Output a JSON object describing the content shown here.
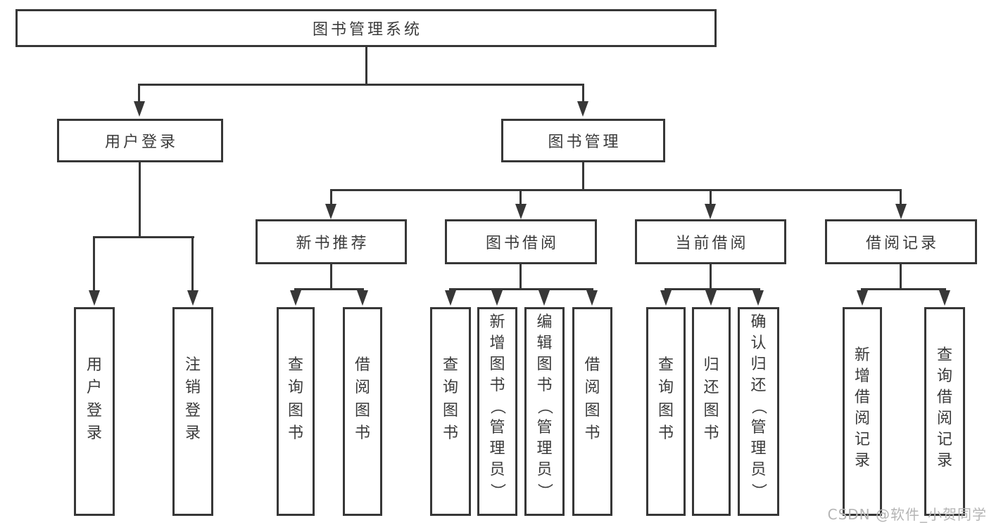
{
  "page": {
    "background": "#ffffff",
    "line_color": "#373737",
    "text_color": "#3b3b3b",
    "watermark_color": "#b5b5b5"
  },
  "tree": {
    "root": "图书管理系统",
    "children": [
      {
        "label": "用户登录",
        "children": [
          "用户登录",
          "注销登录"
        ]
      },
      {
        "label": "图书管理",
        "children": [
          {
            "label": "新书推荐",
            "children": [
              "查询图书",
              "借阅图书"
            ]
          },
          {
            "label": "图书借阅",
            "children": [
              "查询图书",
              "新增图书（管理员）",
              "编辑图书（管理员）",
              "借阅图书"
            ]
          },
          {
            "label": "当前借阅",
            "children": [
              "查询图书",
              "归还图书",
              "确认归还（管理员）"
            ]
          },
          {
            "label": "借阅记录",
            "children": [
              "新增借阅记录",
              "查询借阅记录"
            ]
          }
        ]
      }
    ]
  },
  "watermark": "CSDN @软件_小贺同学"
}
